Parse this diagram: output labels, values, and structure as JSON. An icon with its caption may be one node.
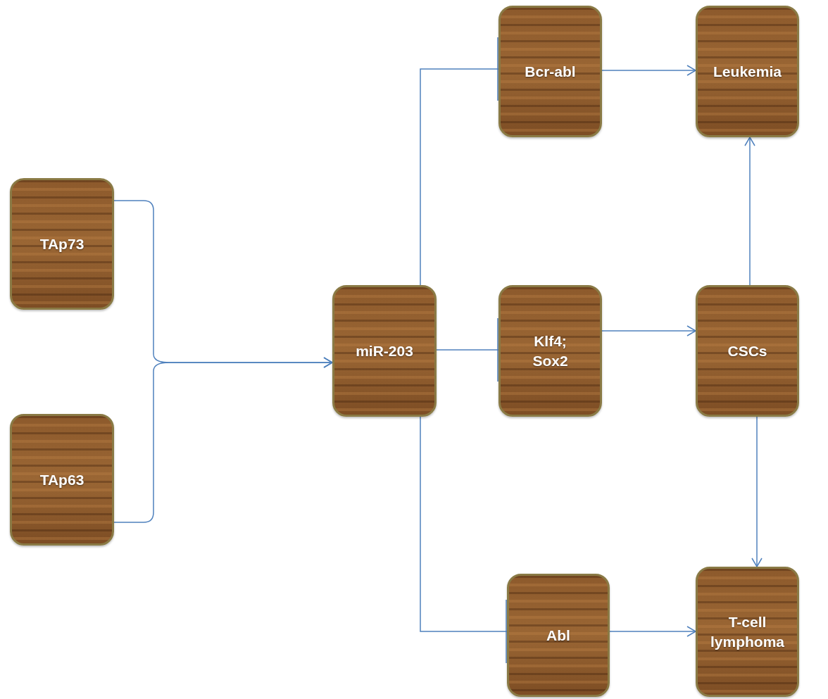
{
  "diagram": {
    "nodes": [
      {
        "text": [
          "TAp73"
        ]
      },
      {
        "text": [
          "TAp63"
        ]
      },
      {
        "text": [
          "miR-203"
        ]
      },
      {
        "text": [
          "Bcr-abl"
        ]
      },
      {
        "text": [
          "Leukemia"
        ]
      },
      {
        "text": [
          "Klf4; Sox2"
        ]
      },
      {
        "text": [
          "CSCs"
        ]
      },
      {
        "text": [
          "Abl"
        ]
      },
      {
        "text": [
          "T-cell lymphoma"
        ]
      }
    ],
    "edges": [
      {
        "from": 0,
        "to": 2,
        "arrow": "to"
      },
      {
        "from": 1,
        "to": 2,
        "arrow": "to"
      },
      {
        "from": 2,
        "to": 3,
        "arrow": "other"
      },
      {
        "from": 2,
        "to": 5,
        "arrow": "other"
      },
      {
        "from": 2,
        "to": 7,
        "arrow": "other"
      },
      {
        "from": 3,
        "to": 4,
        "arrow": "to"
      },
      {
        "from": 5,
        "to": 6,
        "arrow": "to"
      },
      {
        "from": 6,
        "to": 4,
        "arrow": "to"
      },
      {
        "from": 6,
        "to": 8,
        "arrow": "to"
      },
      {
        "from": 7,
        "to": 8,
        "arrow": "to"
      }
    ]
  }
}
